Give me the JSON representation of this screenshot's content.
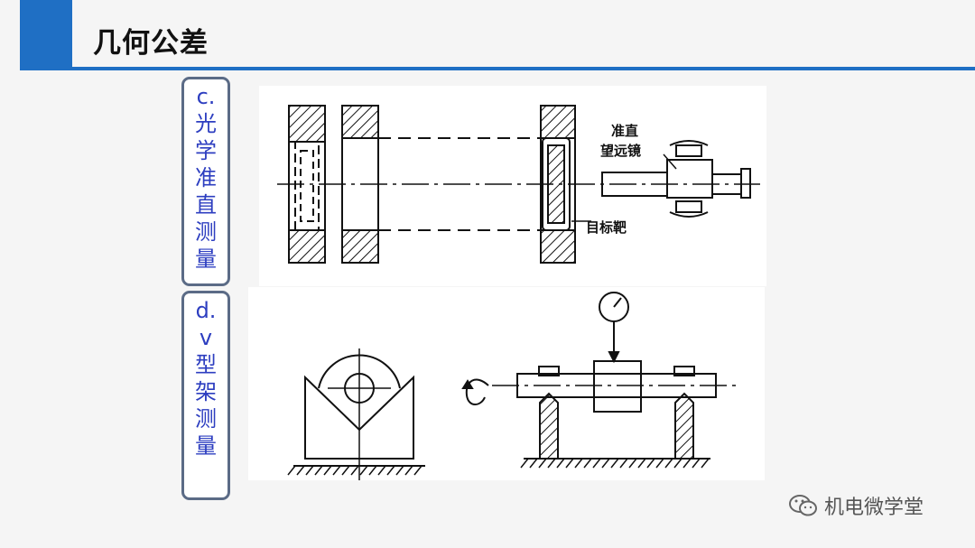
{
  "header": {
    "title": "几何公差"
  },
  "sections": [
    {
      "label": "c.\n光\n学\n准\n直\n测\n量"
    },
    {
      "label": "d.\nv\n型\n架\n测\n量"
    }
  ],
  "diagram_top": {
    "telescope_label_line1": "准直",
    "telescope_label_line2": "望远镜",
    "target_label": "目标靶"
  },
  "watermark": {
    "text": "机电微学堂"
  }
}
